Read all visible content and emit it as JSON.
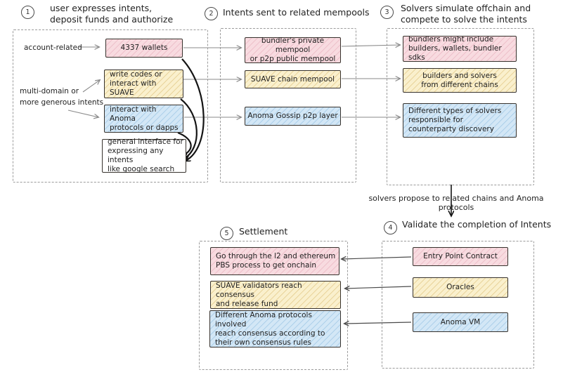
{
  "headers": {
    "s1": {
      "num": "1",
      "lines": [
        "user expresses intents,",
        "deposit funds and authorize"
      ]
    },
    "s2": {
      "num": "2",
      "lines": [
        "Intents sent to related mempools"
      ]
    },
    "s3": {
      "num": "3",
      "lines": [
        "Solvers simulate offchain and",
        "compete to solve the intents"
      ]
    },
    "s4": {
      "num": "4",
      "lines": [
        "Validate the completion of Intents"
      ]
    },
    "s5": {
      "num": "5",
      "lines": [
        "Settlement"
      ]
    }
  },
  "section1": {
    "side_labels": {
      "account": "account-related",
      "multi": [
        "multi-domain or",
        "more generous intents"
      ]
    },
    "nodes": {
      "wallets": {
        "lines": [
          "4337 wallets"
        ]
      },
      "suave": {
        "lines": [
          "write codes or",
          "interact with SUAVE"
        ]
      },
      "anoma": {
        "lines": [
          "interact with Anoma",
          "protocols or dapps"
        ]
      },
      "general": {
        "lines": [
          "general interface for",
          "expressing any intents",
          "like google search"
        ]
      }
    }
  },
  "section2": {
    "nodes": {
      "pink": {
        "lines": [
          "bundler's private mempool",
          "or p2p public mempool"
        ]
      },
      "yellow": {
        "lines": [
          "SUAVE chain mempool"
        ]
      },
      "blue": {
        "lines": [
          "Anoma Gossip p2p layer"
        ]
      }
    }
  },
  "section3": {
    "nodes": {
      "pink": {
        "lines": [
          "bundlers might include",
          "builders, wallets, bundler sdks"
        ]
      },
      "yellow": {
        "lines": [
          "builders and solvers",
          "from different chains"
        ]
      },
      "blue": {
        "lines": [
          "Different types of solvers",
          "responsible for",
          "counterparty discovery"
        ]
      }
    }
  },
  "flow_note": "solvers propose to related chains and Anoma protocols",
  "section4": {
    "nodes": {
      "pink": {
        "lines": [
          "Entry Point Contract"
        ]
      },
      "yellow": {
        "lines": [
          "Oracles"
        ]
      },
      "blue": {
        "lines": [
          "Anoma VM"
        ]
      }
    }
  },
  "section5": {
    "nodes": {
      "pink": {
        "lines": [
          "Go through the l2 and ethereum",
          "PBS process to get onchain"
        ]
      },
      "yellow": {
        "lines": [
          "SUAVE validators reach consensus",
          "and release fund"
        ]
      },
      "blue": {
        "lines": [
          "Different Anoma protocols involved",
          "reach consensus according to",
          "their own consensus rules"
        ]
      }
    }
  },
  "colors": {
    "pink_fill": "#f8dbe0",
    "pink_hatch": "#eec1cb",
    "yellow_fill": "#faf0cd",
    "yellow_hatch": "#e9d49c",
    "blue_fill": "#d3e7f6",
    "blue_hatch": "#aed0ea",
    "stroke": "#37322d",
    "dashed_border": "#9b9b9b",
    "arrow_gray": "#8a8a8a",
    "arrow_dark": "#4a4a4a",
    "arrow_black": "#141414",
    "text": "#1f1f1f"
  }
}
